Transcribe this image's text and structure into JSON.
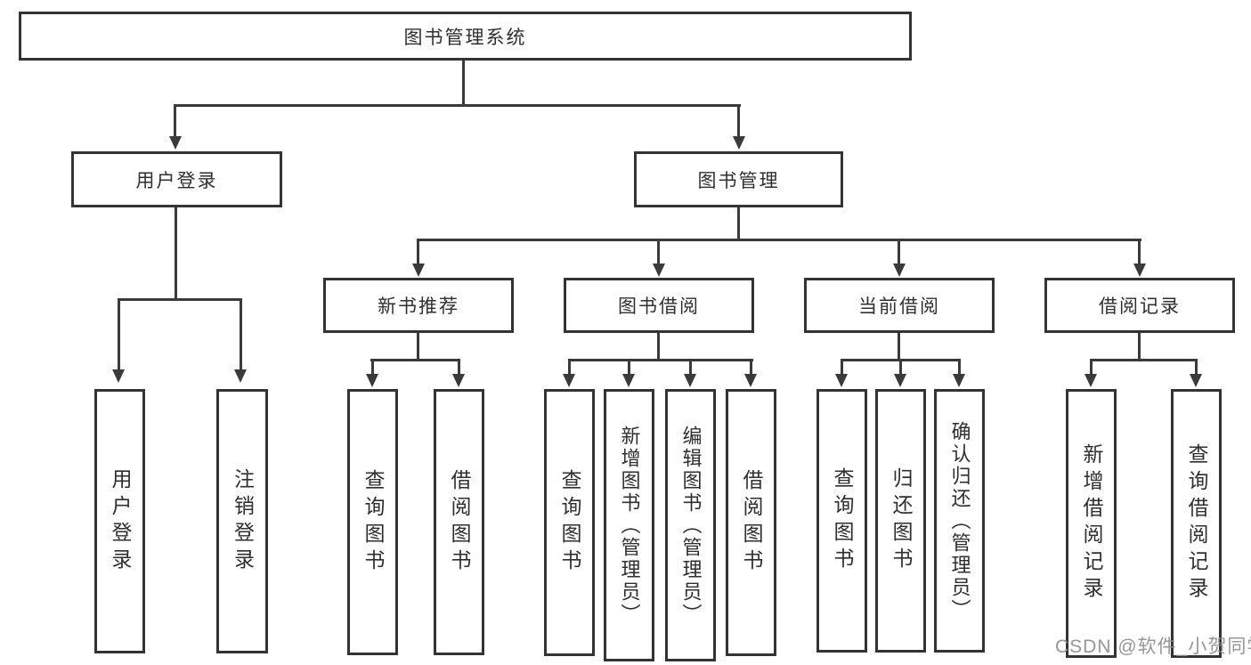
{
  "diagram": {
    "root": {
      "label": "图书管理系统",
      "children": [
        {
          "label": "用户登录",
          "children": [
            {
              "label": "用户登录"
            },
            {
              "label": "注销登录"
            }
          ]
        },
        {
          "label": "图书管理",
          "children": [
            {
              "label": "新书推荐",
              "children": [
                {
                  "label": "查询图书"
                },
                {
                  "label": "借阅图书"
                }
              ]
            },
            {
              "label": "图书借阅",
              "children": [
                {
                  "label": "查询图书"
                },
                {
                  "label": "新增图书（管理员）"
                },
                {
                  "label": "编辑图书（管理员）"
                },
                {
                  "label": "借阅图书"
                }
              ]
            },
            {
              "label": "当前借阅",
              "children": [
                {
                  "label": "查询图书"
                },
                {
                  "label": "归还图书"
                },
                {
                  "label": "确认归还（管理员）"
                }
              ]
            },
            {
              "label": "借阅记录",
              "children": [
                {
                  "label": "新增借阅记录"
                },
                {
                  "label": "查询借阅记录"
                }
              ]
            }
          ]
        }
      ]
    }
  },
  "watermark": {
    "text": "CSDN @软件_小贺同学"
  },
  "colors": {
    "line": "#3a3a3a",
    "box_border": "#333333",
    "text": "#2f2f2f",
    "background": "#ffffff",
    "watermark": "#8e8e8e"
  }
}
